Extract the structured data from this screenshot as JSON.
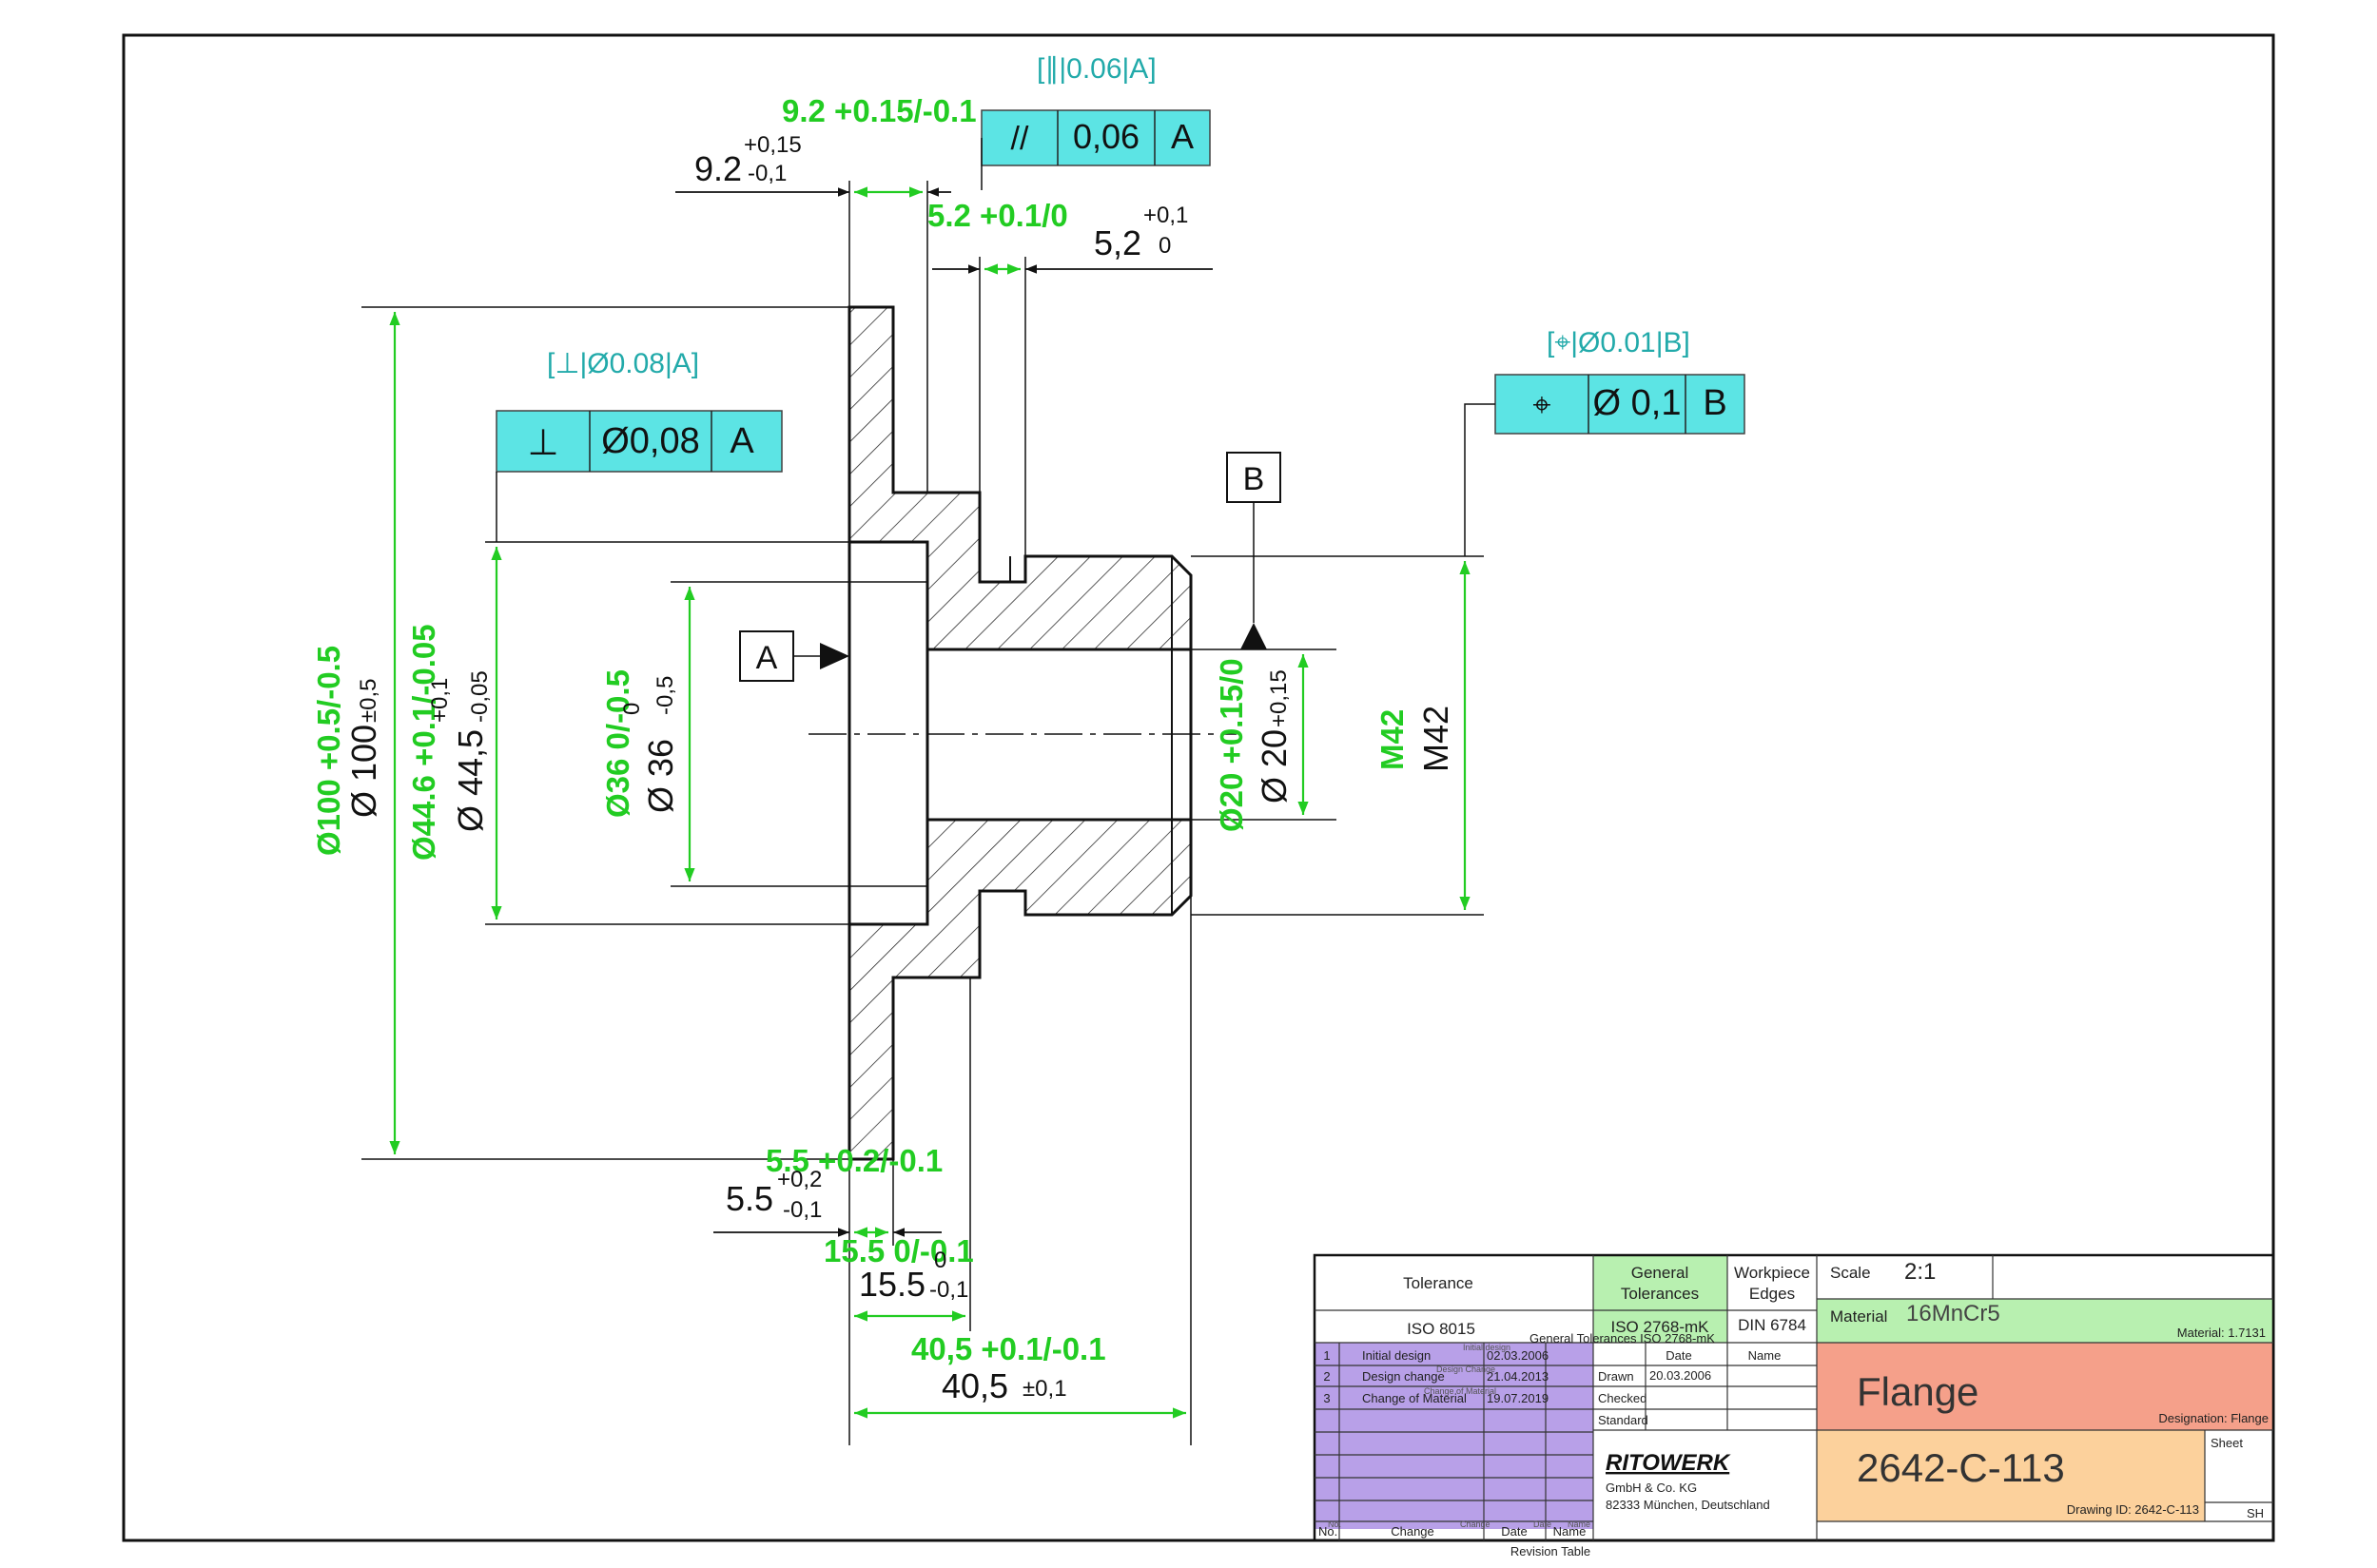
{
  "drawing": {
    "dims": {
      "d100": {
        "green": "Ø100 +0.5/-0.5",
        "black": "Ø 100",
        "tol": "±0,5"
      },
      "d446": {
        "green": "Ø44.6 +0.1/-0.05",
        "black": "Ø 44,5",
        "tol_up": "+0,1",
        "tol_lo": "-0,05"
      },
      "d36": {
        "green": "Ø36 0/-0.5",
        "black": "Ø 36",
        "tol_up": "0",
        "tol_lo": "-0,5"
      },
      "d20": {
        "green": "Ø20 +0.15/0",
        "black": "Ø 20",
        "tol": "+0,15"
      },
      "m42": {
        "green": "M42",
        "black": "M42"
      },
      "l92": {
        "green": "9.2 +0.15/-0.1",
        "black": "9.2",
        "tol_up": "+0,15",
        "tol_lo": "-0,1"
      },
      "l52": {
        "green": "5.2 +0.1/0",
        "black": "5,2",
        "tol_up": "+0,1",
        "tol_lo": "0"
      },
      "l55": {
        "green": "5.5 +0.2/-0.1",
        "black": "5.5",
        "tol_up": "+0,2",
        "tol_lo": "-0,1"
      },
      "l155": {
        "green": "15.5 0/-0.1",
        "black": "15.5",
        "tol_up": "0",
        "tol_lo": "-0,1"
      },
      "l405": {
        "green": "40,5 +0.1/-0.1",
        "black": "40,5",
        "tol": "±0,1"
      }
    },
    "fcf": {
      "parallel": {
        "label": "[∥|0.06|A]",
        "symbol": "//",
        "value": "0,06",
        "datum": "A"
      },
      "perp": {
        "label": "[⊥|Ø0.08|A]",
        "symbol": "⊥",
        "value": "Ø0,08",
        "datum": "A"
      },
      "position": {
        "label": "[⌖|Ø0.01|B]",
        "symbol": "⌖",
        "value": "Ø 0,1",
        "datum": "B"
      }
    },
    "datums": {
      "a": "A",
      "b": "B"
    }
  },
  "title_block": {
    "tolerance_header": "Tolerance",
    "tolerance_value": "ISO 8015",
    "general_header_1": "General",
    "general_header_2": "Tolerances",
    "general_value": "ISO 2768-mK",
    "general_caption": "General Tolerances ISO 2768-mK",
    "edges_header_1": "Workpiece",
    "edges_header_2": "Edges",
    "edges_value": "DIN 6784",
    "scale_label": "Scale",
    "scale_value": "2:1",
    "material_label": "Material",
    "material_value": "16MnCr5",
    "material_caption": "Material: 1.7131",
    "date_header": "Date",
    "name_header": "Name",
    "drawn_label": "Drawn",
    "drawn_date": "20.03.2006",
    "checked_label": "Checked",
    "standard_label": "Standard",
    "designation": "Flange",
    "designation_caption": "Designation: Flange",
    "drawing_id": "2642-C-113",
    "drawing_id_caption": "Drawing ID: 2642-C-113",
    "sheet_label": "Sheet",
    "sheet_value": "SH",
    "company_name": "RITOWERK",
    "company_line1": "GmbH & Co. KG",
    "company_line2": "82333 München, Deutschland",
    "revisions": [
      {
        "no": "1",
        "change": "Initial design",
        "date": "02.03.2006",
        "small": "Initial design"
      },
      {
        "no": "2",
        "change": "Design change",
        "date": "21.04.2013",
        "small": "Design Change"
      },
      {
        "no": "3",
        "change": "Change of Material",
        "date": "19.07.2019",
        "small": "Change of Material"
      }
    ],
    "rev_no_header": "No.",
    "rev_change_header": "Change",
    "rev_date_header": "Date",
    "rev_name_header": "Name",
    "rev_tiny_no": "No.",
    "rev_tiny_change": "Change",
    "rev_tiny_date": "Date",
    "rev_tiny_name": "Name",
    "revision_table_caption": "Revision Table"
  }
}
